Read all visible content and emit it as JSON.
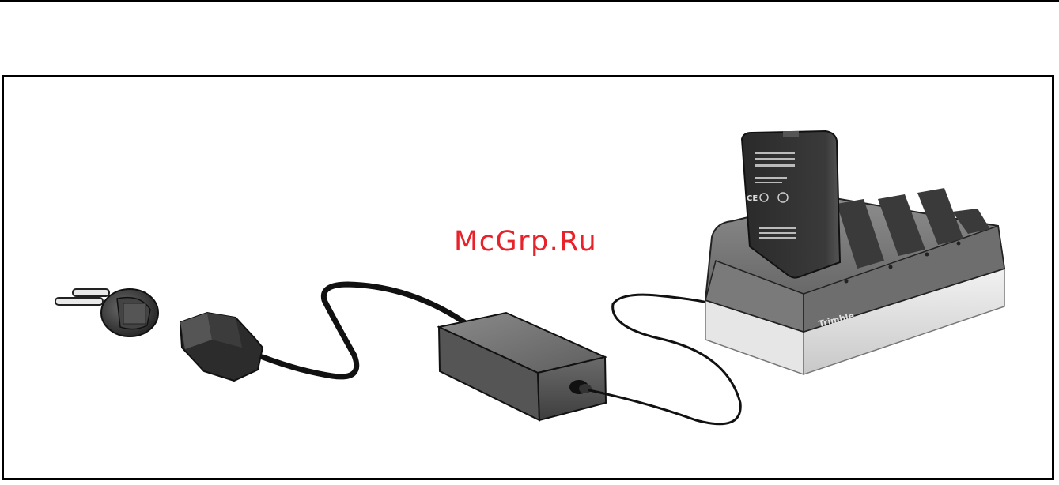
{
  "watermark": {
    "text": "McGrp.Ru",
    "color": "#e8222a"
  },
  "illustration": {
    "subject": "battery charger connected to power supply and mains plug",
    "parts": [
      "mains-plug",
      "power-cord-connector",
      "power-supply-brick",
      "multi-bay-charging-cradle",
      "battery-pack"
    ],
    "cradle_brand_mark": "Trimble"
  }
}
